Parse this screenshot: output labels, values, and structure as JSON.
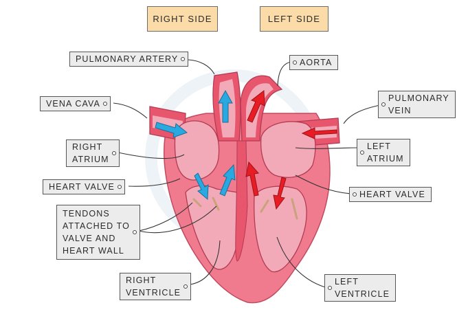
{
  "headers": {
    "right_side": "RIGHT  SIDE",
    "left_side": "LEFT  SIDE"
  },
  "labels": {
    "pulmonary_artery": "PULMONARY  ARTERY",
    "aorta": "AORTA",
    "vena_cava": "VENA  CAVA",
    "pulmonary_vein": [
      "PULMONARY",
      "VEIN"
    ],
    "right_atrium": [
      "RIGHT",
      "ATRIUM"
    ],
    "left_atrium": [
      "LEFT",
      "ATRIUM"
    ],
    "heart_valve_right": "HEART  VALVE",
    "heart_valve_left": "HEART  VALVE",
    "tendons": [
      "TENDONS",
      "ATTACHED  TO",
      "VALVE  AND",
      "HEART  WALL"
    ],
    "right_ventricle": [
      "RIGHT",
      "VENTRICLE"
    ],
    "left_ventricle": [
      "LEFT",
      "VENTRICLE"
    ]
  },
  "colors": {
    "heart_outer": "#f07a8e",
    "heart_inner": "#e8566e",
    "chamber": "#f3aab8",
    "blue_arrow": "#29a9e0",
    "red_arrow": "#e81c24",
    "tendon": "#c8a27a",
    "tag_fill": "#ececec",
    "header_fill": "#fbdca8"
  }
}
